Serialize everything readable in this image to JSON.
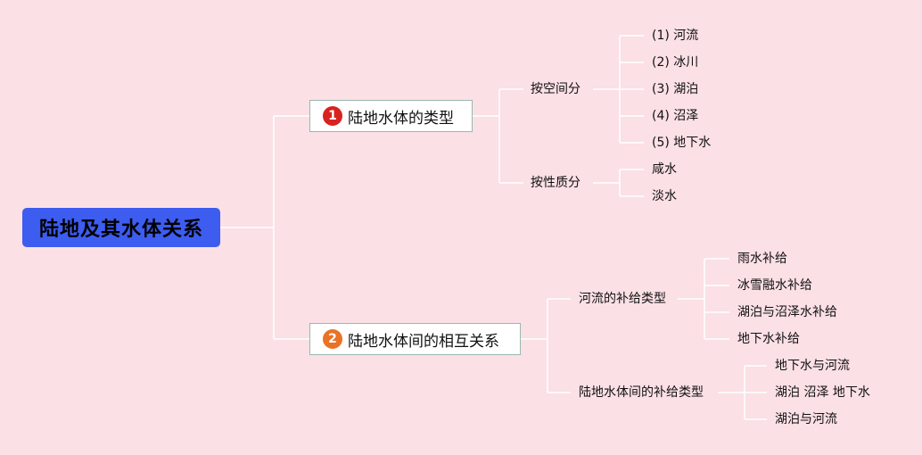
{
  "root": {
    "label": "陆地及其水体关系"
  },
  "branch1": {
    "number": "1",
    "label": "陆地水体的类型",
    "groups": [
      {
        "label": "按空间分",
        "items": [
          "(1) 河流",
          "(2) 冰川",
          "(3) 湖泊",
          "(4) 沼泽",
          "(5) 地下水"
        ]
      },
      {
        "label": "按性质分",
        "items": [
          "咸水",
          "淡水"
        ]
      }
    ]
  },
  "branch2": {
    "number": "2",
    "label": "陆地水体间的相互关系",
    "groups": [
      {
        "label": "河流的补给类型",
        "items": [
          "雨水补给",
          "冰雪融水补给",
          "湖泊与沼泽水补给",
          "地下水补给"
        ]
      },
      {
        "label": "陆地水体间的补给类型",
        "items": [
          "地下水与河流",
          "湖泊 沼泽 地下水",
          "湖泊与河流"
        ]
      }
    ]
  },
  "colors": {
    "background": "#fbe0e6",
    "root_fill": "#3d5cf0",
    "badge1": "#d9231f",
    "badge2": "#ea7225",
    "connector": "#ffffff"
  }
}
